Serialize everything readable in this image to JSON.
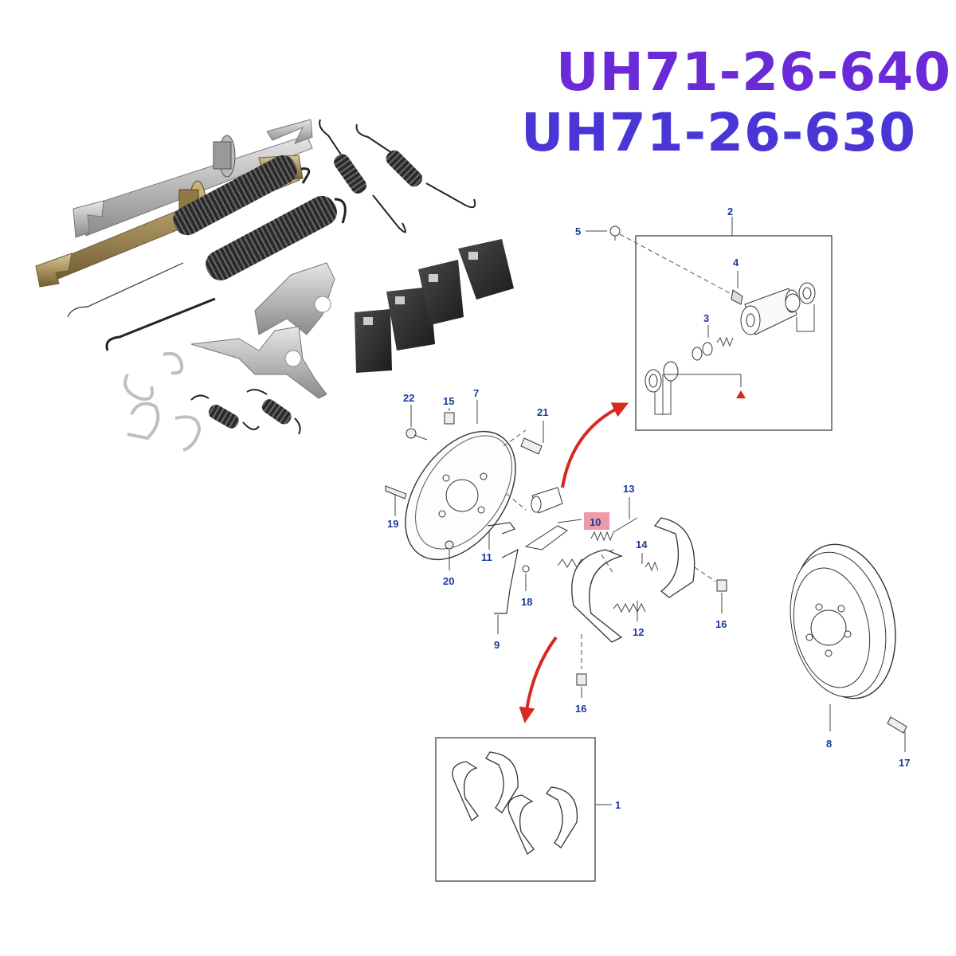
{
  "part_numbers": [
    "UH71-26-640",
    "UH71-26-630"
  ],
  "callouts": {
    "c1": "1",
    "c2": "2",
    "c3": "3",
    "c4": "4",
    "c5": "5",
    "c7": "7",
    "c8": "8",
    "c9": "9",
    "c10": "10",
    "c11": "11",
    "c12": "12",
    "c13": "13",
    "c14": "14",
    "c15": "15",
    "c16a": "16",
    "c16b": "16",
    "c17": "17",
    "c18": "18",
    "c19": "19",
    "c20": "20",
    "c21": "21",
    "c22": "22"
  },
  "colors": {
    "title_purple": "#6a2ad8",
    "title_blue": "#4a35d6",
    "callout_blue": "#1a3a9a",
    "arrow_red": "#d42a20",
    "highlight_pink": "#e8788a"
  }
}
